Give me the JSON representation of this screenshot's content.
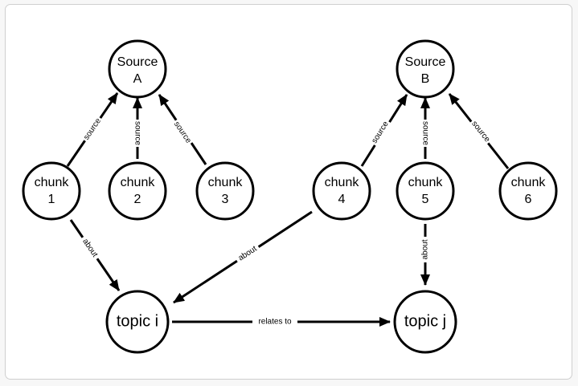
{
  "nodes": {
    "source_a": {
      "line1": "Source",
      "line2": "A"
    },
    "source_b": {
      "line1": "Source",
      "line2": "B"
    },
    "chunk_1": {
      "line1": "chunk",
      "line2": "1"
    },
    "chunk_2": {
      "line1": "chunk",
      "line2": "2"
    },
    "chunk_3": {
      "line1": "chunk",
      "line2": "3"
    },
    "chunk_4": {
      "line1": "chunk",
      "line2": "4"
    },
    "chunk_5": {
      "line1": "chunk",
      "line2": "5"
    },
    "chunk_6": {
      "line1": "chunk",
      "line2": "6"
    },
    "topic_i": {
      "label": "topic i"
    },
    "topic_j": {
      "label": "topic j"
    }
  },
  "edges": {
    "c1_sa": "source",
    "c2_sa": "source",
    "c3_sa": "source",
    "c4_sb": "source",
    "c5_sb": "source",
    "c6_sb": "source",
    "c1_ti": "about",
    "c4_ti": "about",
    "c5_tj": "about",
    "ti_tj": "relates to"
  }
}
